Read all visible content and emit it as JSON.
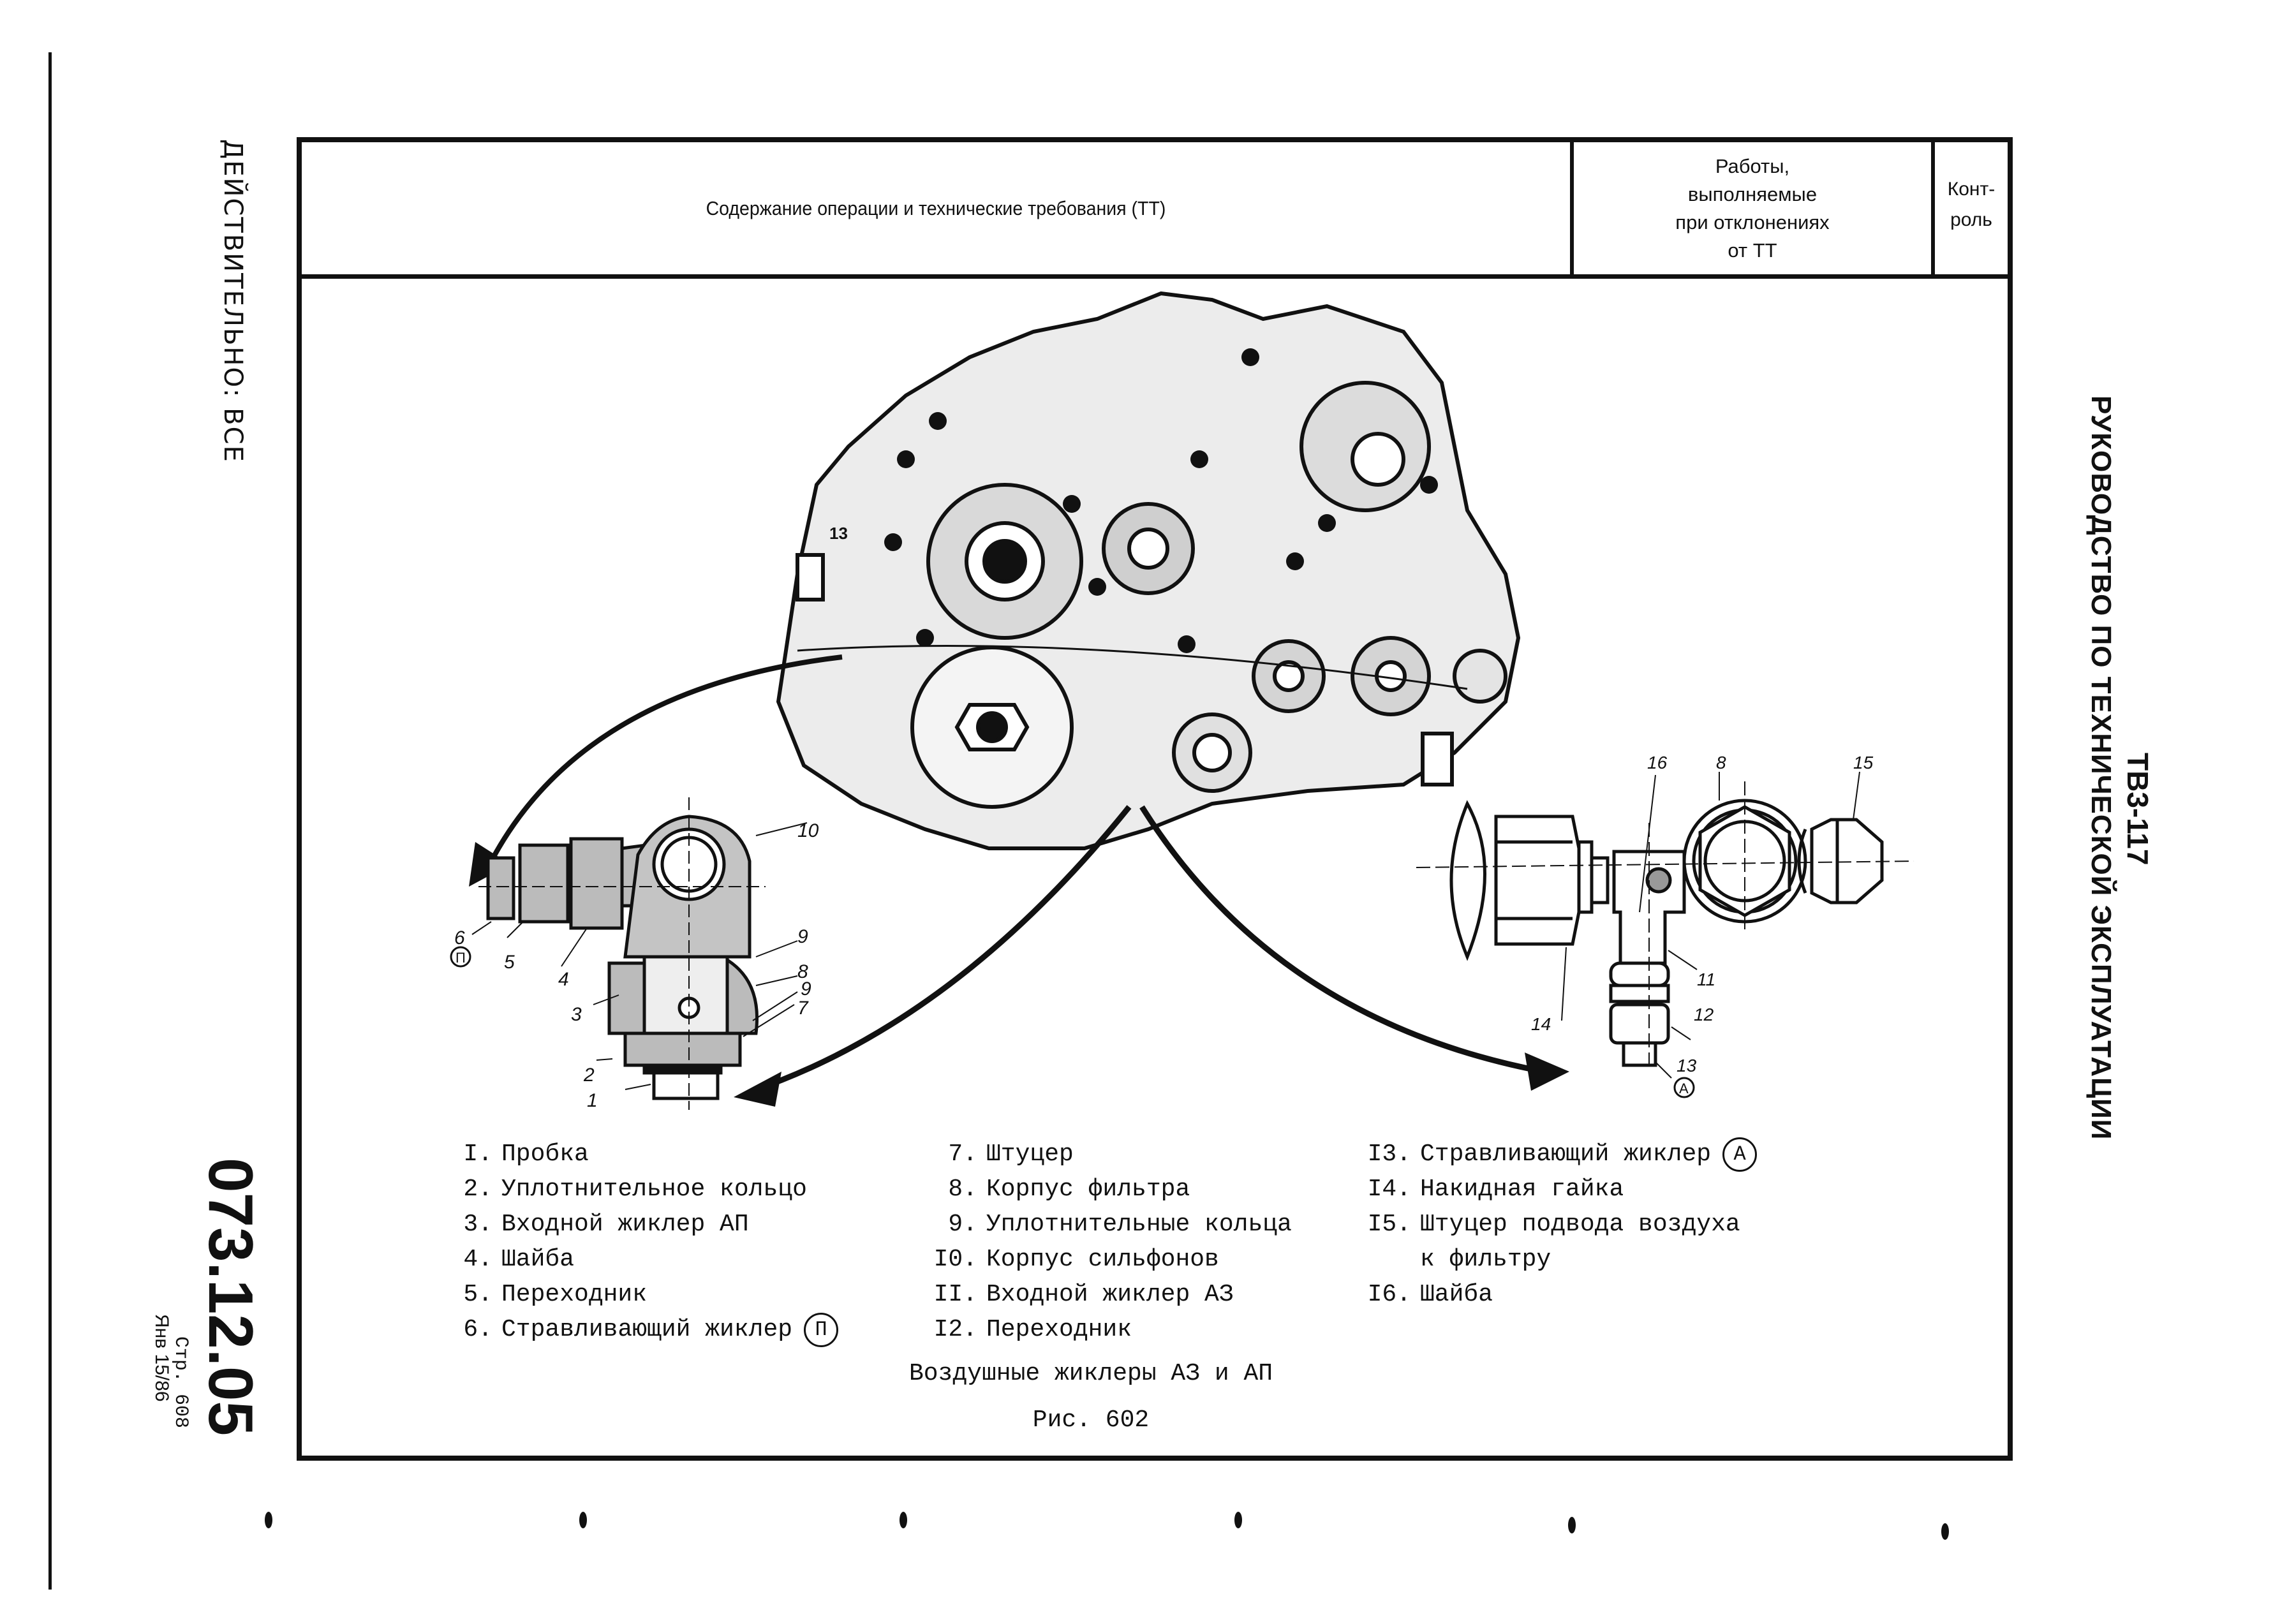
{
  "margin": {
    "applicability": "ДЕЙСТВИТЕЛЬНО: ВСЕ",
    "document_number": "073.12.05",
    "page": "Стр. 608",
    "date": "Янв 15/86"
  },
  "manual": {
    "title": "РУКОВОДСТВО ПО ТЕХНИЧЕСКОЙ ЭКСПЛУАТАЦИИ",
    "model": "ТВ3-117"
  },
  "table_header": {
    "content": "Содержание операции и технические требования (ТТ)",
    "deviations": [
      "Работы,",
      "выполняемые",
      "при отклонениях",
      "от ТТ"
    ],
    "control": [
      "Конт-",
      "роль"
    ]
  },
  "figure": {
    "caption": "Воздушные жиклеры АЗ и АП",
    "number": "Рис. 602",
    "left_view_callouts": [
      "10",
      "9",
      "8",
      "9",
      "7",
      "6",
      "П",
      "5",
      "4",
      "3",
      "2",
      "1"
    ],
    "right_view_callouts": [
      "16",
      "8",
      "15",
      "11",
      "14",
      "12",
      "13",
      "А"
    ],
    "engine_callout": "13"
  },
  "legend": {
    "column1": [
      {
        "num": "I.",
        "text": "Пробка"
      },
      {
        "num": "2.",
        "text": "Уплотнительное кольцо"
      },
      {
        "num": "3.",
        "text": "Входной жиклер АП"
      },
      {
        "num": "4.",
        "text": "Шайба"
      },
      {
        "num": "5.",
        "text": "Переходник"
      },
      {
        "num": "6.",
        "text": "Стравливающий жиклер",
        "badge": "П"
      }
    ],
    "column2": [
      {
        "num": "7.",
        "text": "Штуцер"
      },
      {
        "num": "8.",
        "text": "Корпус фильтра"
      },
      {
        "num": "9.",
        "text": "Уплотнительные кольца"
      },
      {
        "num": "I0.",
        "text": "Корпус сильфонов"
      },
      {
        "num": "II.",
        "text": "Входной жиклер АЗ"
      },
      {
        "num": "I2.",
        "text": "Переходник"
      }
    ],
    "column3": [
      {
        "num": "I3.",
        "text": "Стравливающий жиклер",
        "badge": "А"
      },
      {
        "num": "I4.",
        "text": "Накидная гайка"
      },
      {
        "num": "I5.",
        "text": "Штуцер подвода воздуха"
      },
      {
        "num": "",
        "text": "к фильтру"
      },
      {
        "num": "I6.",
        "text": "Шайба"
      }
    ]
  }
}
